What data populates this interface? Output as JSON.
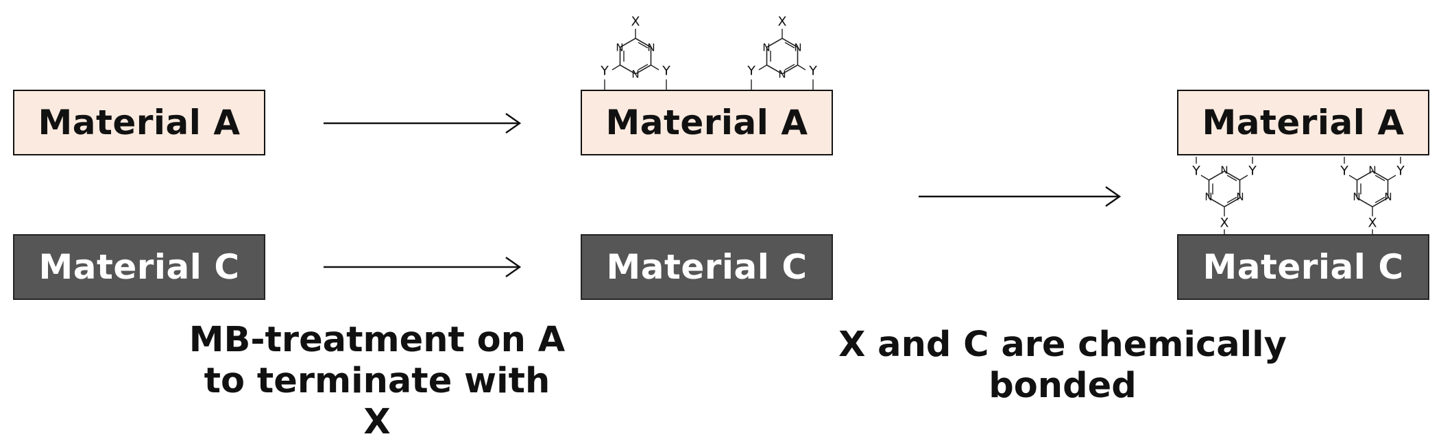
{
  "materials": {
    "a": "Material A",
    "c": "Material C"
  },
  "atoms": {
    "n": "N",
    "x": "X",
    "y": "Y"
  },
  "captions": {
    "step1_line1": "MB-treatment on A",
    "step1_line2": "to terminate with X",
    "step2_line1": "X and C are chemically",
    "step2_line2": "bonded"
  }
}
